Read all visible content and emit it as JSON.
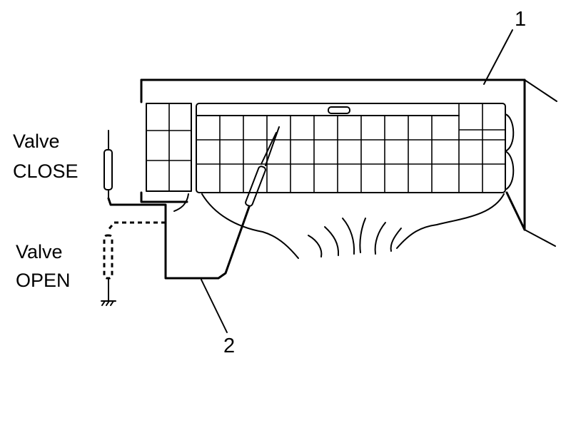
{
  "labels": {
    "valve_close_line1": "Valve",
    "valve_close_line2": "CLOSE",
    "valve_open_line1": "Valve",
    "valve_open_line2": "OPEN"
  },
  "callouts": {
    "evaporator": "1",
    "sensor": "2"
  }
}
